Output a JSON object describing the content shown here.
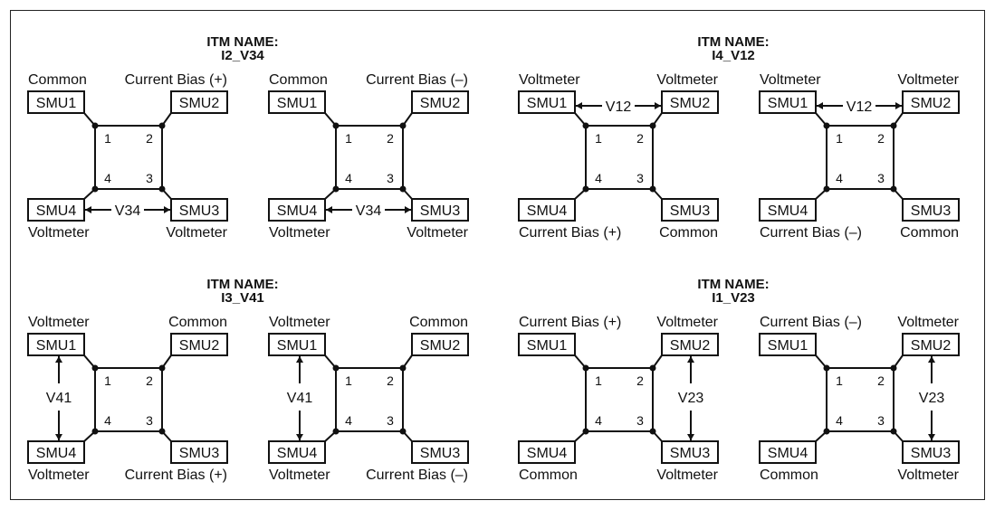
{
  "colors": {
    "line": "#111111",
    "background": "#ffffff"
  },
  "smu_names": [
    "SMU1",
    "SMU2",
    "SMU3",
    "SMU4"
  ],
  "node_numbers": [
    "1",
    "2",
    "3",
    "4"
  ],
  "groups": [
    {
      "id": "i2-v34",
      "title_line1": "ITM NAME:",
      "title_line2": "I2_V34",
      "diagrams": [
        {
          "id": "i2-v34-plus",
          "labels": [
            "Common",
            "Current Bias (+)",
            "Voltmeter",
            "Voltmeter"
          ],
          "measure": "V34",
          "meas_side": "bottom"
        },
        {
          "id": "i2-v34-minus",
          "labels": [
            "Common",
            "Current Bias (–)",
            "Voltmeter",
            "Voltmeter"
          ],
          "measure": "V34",
          "meas_side": "bottom"
        }
      ]
    },
    {
      "id": "i4-v12",
      "title_line1": "ITM NAME:",
      "title_line2": "I4_V12",
      "diagrams": [
        {
          "id": "i4-v12-plus",
          "labels": [
            "Voltmeter",
            "Voltmeter",
            "Common",
            "Current Bias (+)"
          ],
          "measure": "V12",
          "meas_side": "top"
        },
        {
          "id": "i4-v12-minus",
          "labels": [
            "Voltmeter",
            "Voltmeter",
            "Common",
            "Current Bias (–)"
          ],
          "measure": "V12",
          "meas_side": "top"
        }
      ]
    },
    {
      "id": "i3-v41",
      "title_line1": "ITM NAME:",
      "title_line2": "I3_V41",
      "diagrams": [
        {
          "id": "i3-v41-plus",
          "labels": [
            "Voltmeter",
            "Common",
            "Current Bias (+)",
            "Voltmeter"
          ],
          "measure": "V41",
          "meas_side": "left"
        },
        {
          "id": "i3-v41-minus",
          "labels": [
            "Voltmeter",
            "Common",
            "Current Bias (–)",
            "Voltmeter"
          ],
          "measure": "V41",
          "meas_side": "left"
        }
      ]
    },
    {
      "id": "i1-v23",
      "title_line1": "ITM NAME:",
      "title_line2": "I1_V23",
      "diagrams": [
        {
          "id": "i1-v23-plus",
          "labels": [
            "Current Bias (+)",
            "Voltmeter",
            "Voltmeter",
            "Common"
          ],
          "measure": "V23",
          "meas_side": "right"
        },
        {
          "id": "i1-v23-minus",
          "labels": [
            "Current Bias (–)",
            "Voltmeter",
            "Voltmeter",
            "Common"
          ],
          "measure": "V23",
          "meas_side": "right"
        }
      ]
    }
  ]
}
